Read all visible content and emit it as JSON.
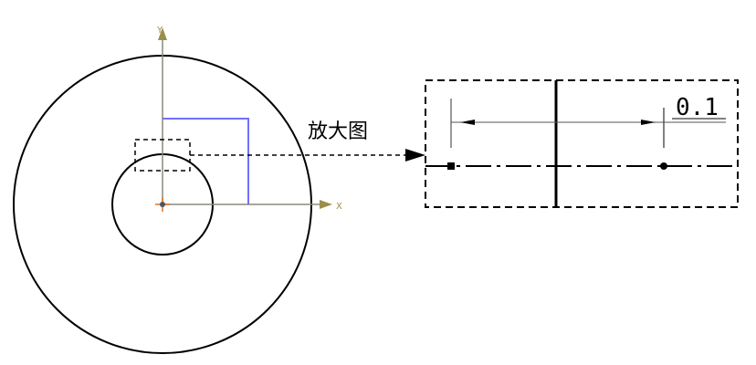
{
  "axes": {
    "y_label": "Y",
    "x_label": "X"
  },
  "callout": {
    "label": "放大图"
  },
  "detail": {
    "dimension_value": "0.1"
  },
  "colors": {
    "outline": "#000000",
    "axis": "#8a8a7a",
    "axis_arrow": "#9a8f4a",
    "sketch_line": "#7070ff",
    "origin_marker": "#e07020",
    "dim_line": "#555555"
  }
}
